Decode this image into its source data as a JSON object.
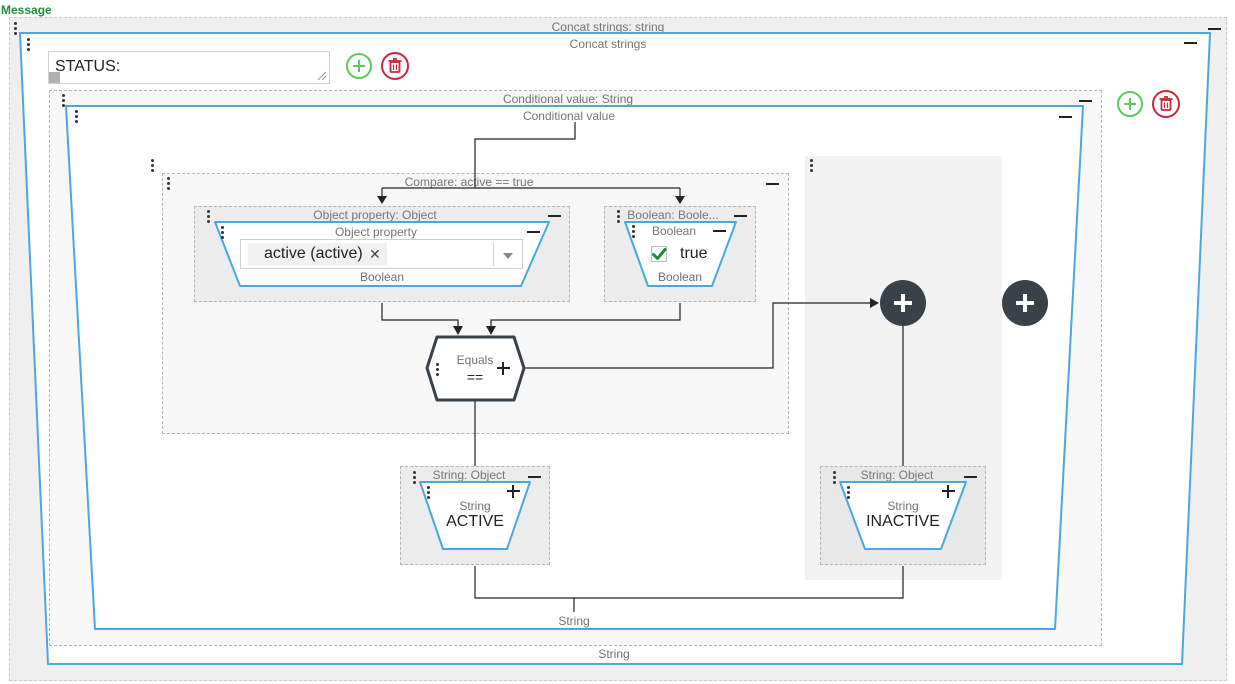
{
  "header": {
    "message_label": "Message"
  },
  "concat_outer": {
    "title": "Concat strings: string",
    "return_type": "String"
  },
  "concat_inner": {
    "title": "Concat strings"
  },
  "status_field": {
    "value": "STATUS:"
  },
  "conditional_outer": {
    "title": "Conditional value: String"
  },
  "conditional_inner": {
    "title": "Conditional value",
    "return_type": "String"
  },
  "compare": {
    "title": "Compare: active == true"
  },
  "object_property": {
    "outer_title": "Object property: Object",
    "inner_title": "Object property",
    "selected": "active (active)",
    "remove_glyph": "✕",
    "type": "Boolean"
  },
  "boolean_block": {
    "outer_title": "Boolean: Boole...",
    "inner_title": "Boolean",
    "value": "true",
    "type": "Boolean"
  },
  "equals": {
    "label": "Equals",
    "operator": "=="
  },
  "string_active": {
    "outer_title": "String: Object",
    "inner_title": "String",
    "value": "ACTIVE"
  },
  "string_inactive": {
    "outer_title": "String: Object",
    "inner_title": "String",
    "value": "INACTIVE"
  },
  "colors": {
    "accent_blue": "#4aa8dc",
    "add_green": "#5cc95c",
    "delete_red": "#c8283c",
    "message_green": "#1a8f3c",
    "dark_button": "#3a4149"
  },
  "icons": [
    "drag-handle-icon",
    "collapse-icon",
    "add-circle-icon",
    "trash-icon",
    "plus-icon",
    "checkbox-checked-icon",
    "dropdown-caret-icon",
    "resize-icon"
  ]
}
